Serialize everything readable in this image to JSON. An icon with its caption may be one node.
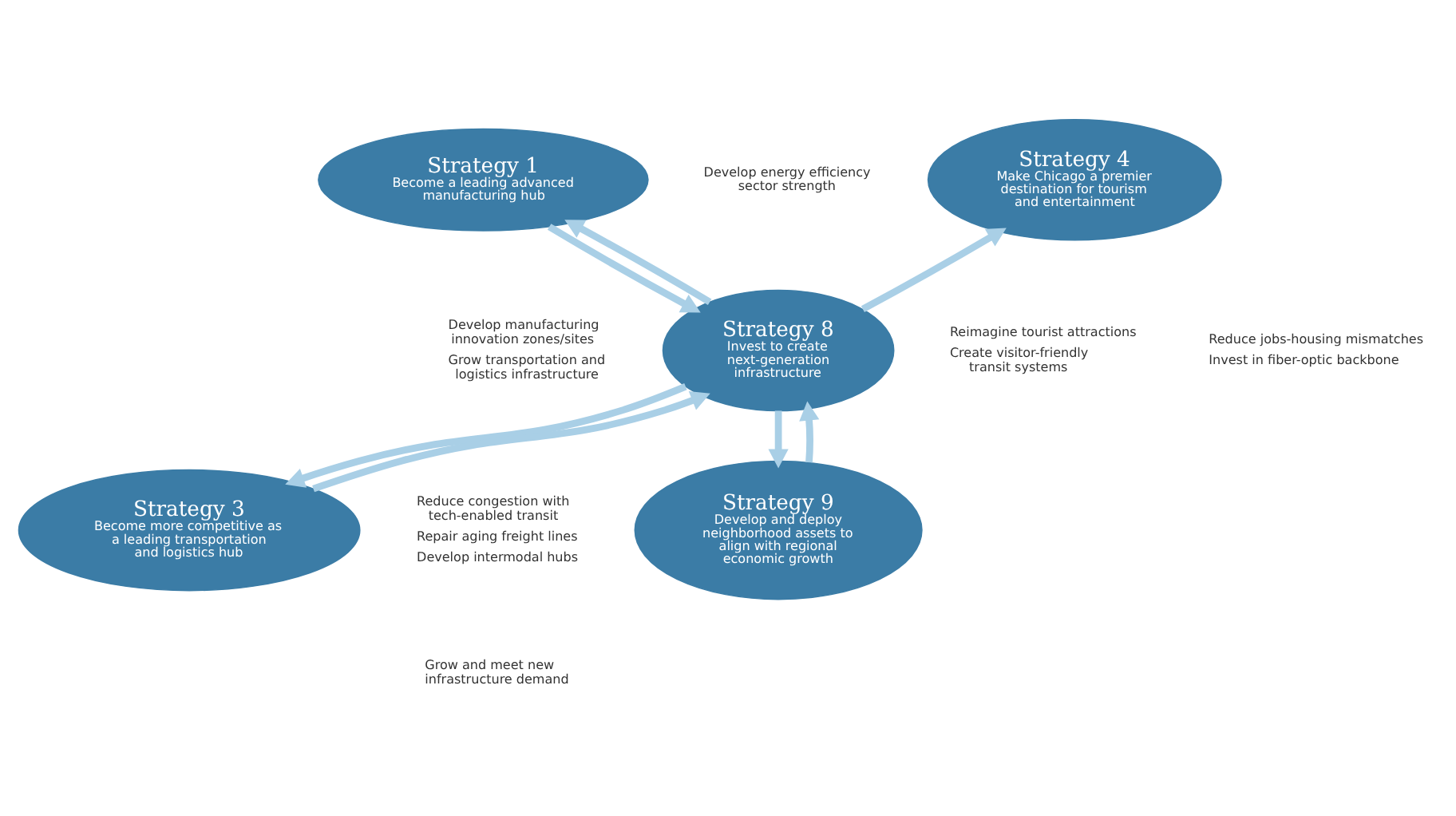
{
  "diagram": {
    "nodes": [
      {
        "text": [
          "Strategy 1",
          "Become a leading advanced manufacturing hub"
        ]
      },
      {
        "text": [
          "Strategy 4",
          "Make Chicago a premier destination for tourism and entertainment"
        ]
      },
      {
        "text": [
          "Strategy 8",
          "Invest to create next-generation infrastructure"
        ]
      },
      {
        "text": [
          "Strategy 3",
          "Become more competitive as a leading transportation and logistics hub"
        ]
      },
      {
        "text": [
          "Strategy 9",
          "Develop and deploy neighborhood assets to align with regional economic growth"
        ]
      }
    ],
    "edges": [
      {
        "from": 0,
        "to": 2,
        "arrow": "to"
      },
      {
        "from": 2,
        "to": 0,
        "arrow": "to"
      },
      {
        "from": 2,
        "to": 1,
        "arrow": "to"
      },
      {
        "from": 3,
        "to": 2,
        "arrow": "to"
      },
      {
        "from": 2,
        "to": 3,
        "arrow": "to"
      },
      {
        "from": 2,
        "to": 4,
        "arrow": "to"
      },
      {
        "from": 4,
        "to": 2,
        "arrow": "to"
      }
    ],
    "labels": [
      "Develop energy efficiency sector strength",
      "Develop manufacturing innovation zones/sites",
      "Grow transportation and logistics infrastructure",
      "Reimagine tourist attractions",
      "Create visitor-friendly transit systems",
      "Reduce jobs-housing mismatches",
      "Invest in fiber-optic backbone",
      "Reduce congestion with tech-enabled transit",
      "Repair aging freight lines",
      "Develop intermodal hubs",
      "Grow and meet new infrastructure demand"
    ]
  }
}
